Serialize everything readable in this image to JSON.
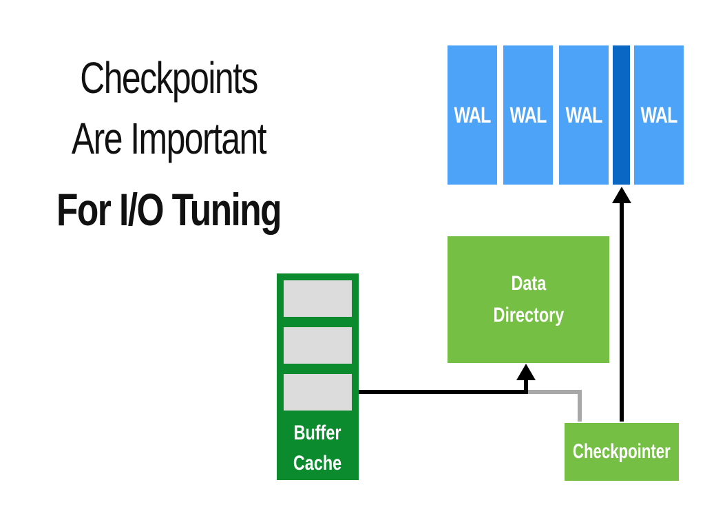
{
  "title": {
    "line1": "Checkpoints",
    "line2": "Are Important",
    "line3": "For I/O Tuning"
  },
  "wal_segments": [
    {
      "label": "WAL"
    },
    {
      "label": "WAL"
    },
    {
      "label": "WAL"
    },
    {
      "label": "WAL"
    }
  ],
  "data_directory": {
    "label": "Data\nDirectory"
  },
  "buffer_cache": {
    "label": "Buffer\nCache"
  },
  "checkpointer": {
    "label": "Checkpointer"
  },
  "colors": {
    "wal_blue": "#4da3f7",
    "wal_divider_blue": "#0a68c4",
    "data_green": "#74bf44",
    "buffer_green": "#0b8a2e",
    "page_gray": "#dcdcdc",
    "arrow_black": "#000000",
    "connector_gray": "#a8a8a8"
  }
}
